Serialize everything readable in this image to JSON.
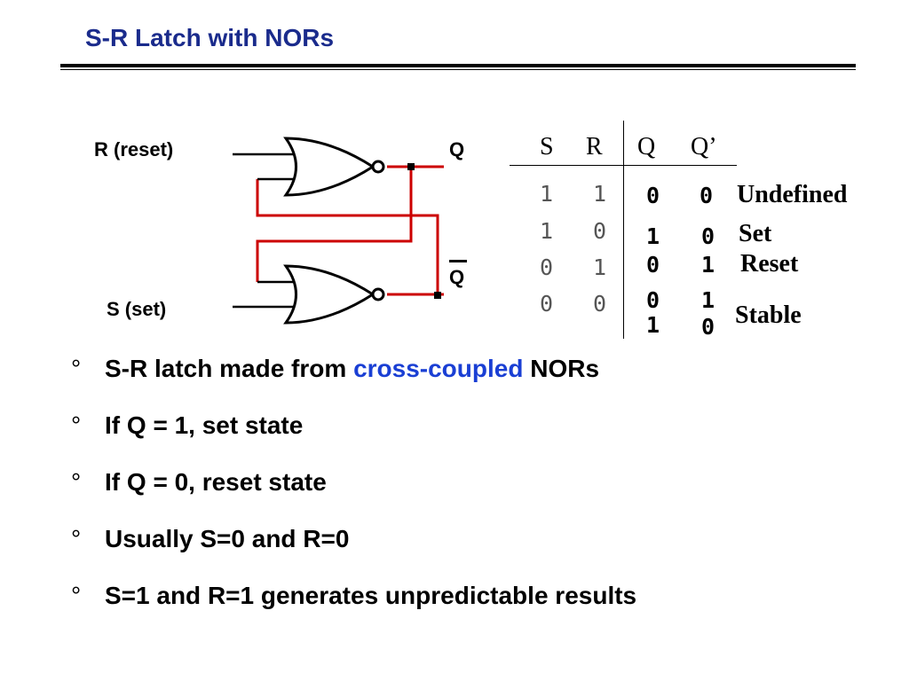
{
  "title": "S-R Latch with NORs",
  "circuit": {
    "r_label": "R (reset)",
    "s_label": "S (set)",
    "q_label": "Q",
    "qbar_label": "Q",
    "wire_color": "#cc0000"
  },
  "truth_table": {
    "headers": [
      "S",
      "R",
      "Q",
      "Q’"
    ],
    "rows": [
      {
        "s": "1",
        "r": "1",
        "q": "0",
        "qp": "0",
        "state": "Undefined"
      },
      {
        "s": "1",
        "r": "0",
        "q": "1",
        "qp": "0",
        "state": "Set"
      },
      {
        "s": "0",
        "r": "1",
        "q": "0",
        "qp": "1",
        "state": "Reset"
      },
      {
        "s": "0",
        "r": "0",
        "q": "0",
        "qp": "1",
        "q2": "1",
        "qp2": "0",
        "state": "Stable"
      }
    ]
  },
  "bullets": [
    {
      "pre": "S-R latch made from ",
      "highlight": "cross-coupled",
      "post": " NORs"
    },
    {
      "pre": "If Q = 1, set state"
    },
    {
      "pre": "If Q = 0, reset state"
    },
    {
      "pre": "Usually S=0 and R=0"
    },
    {
      "pre": "S=1 and R=1 generates unpredictable results"
    }
  ],
  "bullet_symbol": "°",
  "highlight_color": "#1a3fd4"
}
